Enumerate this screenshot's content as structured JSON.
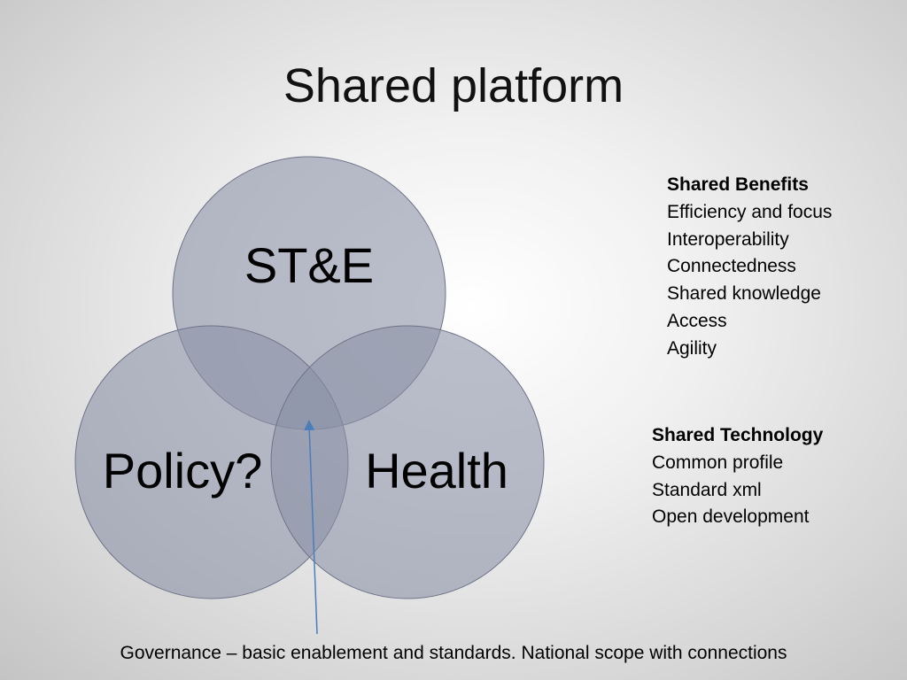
{
  "slide": {
    "title": "Shared platform",
    "circles": {
      "top": "ST&E",
      "left": "Policy?",
      "right": "Health"
    },
    "benefits": {
      "heading": "Shared Benefits",
      "items": [
        "Efficiency and focus",
        "Interoperability",
        "Connectedness",
        "Shared knowledge",
        "Access",
        "Agility"
      ]
    },
    "technology": {
      "heading": "Shared Technology",
      "items": [
        "Common profile",
        "Standard xml",
        "Open development"
      ]
    },
    "governance": "Governance – basic enablement and standards. National scope with connections"
  },
  "colors": {
    "circle_fill": "#8a90a6",
    "circle_stroke": "#6f7388",
    "arrow": "#4a7ebb"
  }
}
